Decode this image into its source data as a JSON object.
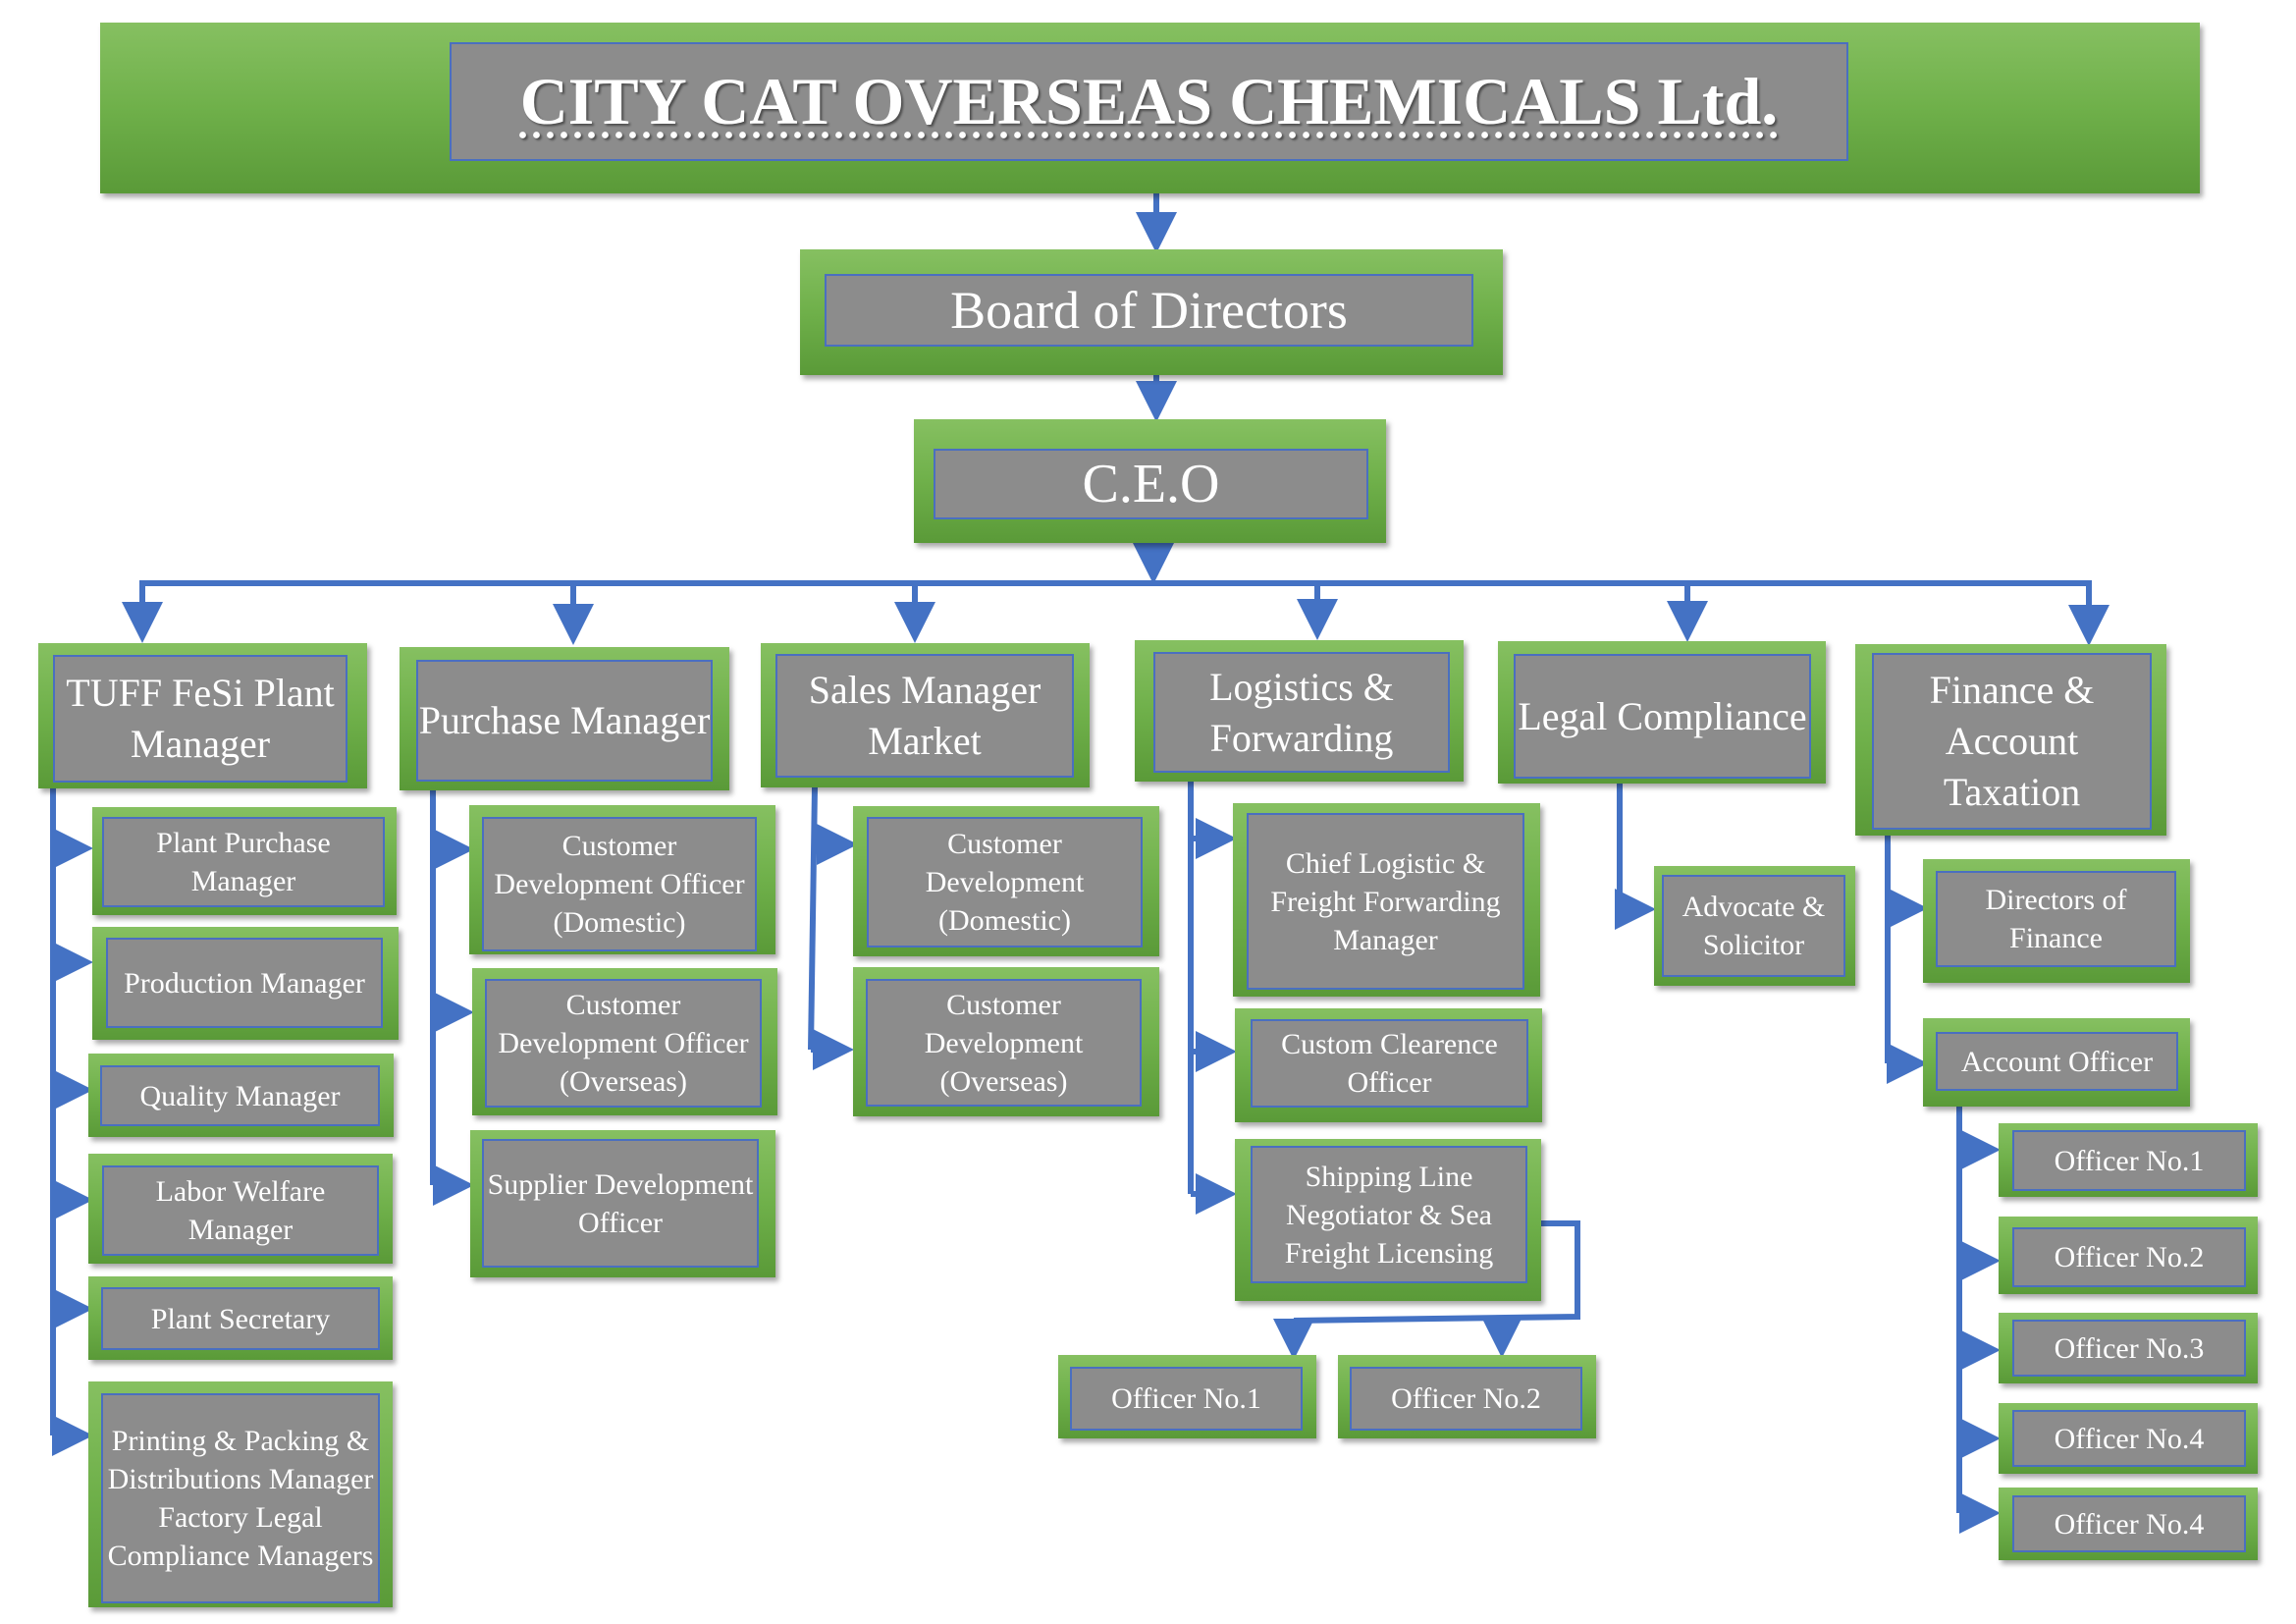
{
  "title": "CITY CAT OVERSEAS CHEMICALS Ltd.",
  "board": "Board of Directors",
  "ceo": "C.E.O",
  "departments": {
    "plant": "TUFF FeSi Plant Manager",
    "purchase": "Purchase Manager",
    "sales": "Sales Manager Market",
    "logistics": "Logistics & Forwarding",
    "legal": "Legal Compliance",
    "finance": "Finance & Account Taxation"
  },
  "plant_items": [
    "Plant Purchase Manager",
    "Production Manager",
    "Quality Manager",
    "Labor Welfare Manager",
    "Plant Secretary",
    "Printing & Packing & Distributions Manager Factory Legal Compliance Managers"
  ],
  "purchase_items": [
    "Customer Development Officer (Domestic)",
    "Customer Development Officer (Overseas)",
    "Supplier Development Officer"
  ],
  "sales_items": [
    "Customer Development (Domestic)",
    "Customer Development (Overseas)"
  ],
  "logistics_items": [
    "Chief Logistic & Freight Forwarding Manager",
    "Custom Clearence Officer",
    "Shipping Line Negotiator & Sea Freight Licensing"
  ],
  "logistics_officers": [
    "Officer No.1",
    "Officer No.2"
  ],
  "legal_items": [
    "Advocate & Solicitor"
  ],
  "finance_items": [
    "Directors of Finance",
    "Account Officer"
  ],
  "account_officers": [
    "Officer No.1",
    "Officer No.2",
    "Officer No.3",
    "Officer No.4",
    "Officer No.4"
  ],
  "colors": {
    "connector": "#4472c4",
    "box_green": "#70ad47",
    "box_gray": "#8c8c8c"
  }
}
